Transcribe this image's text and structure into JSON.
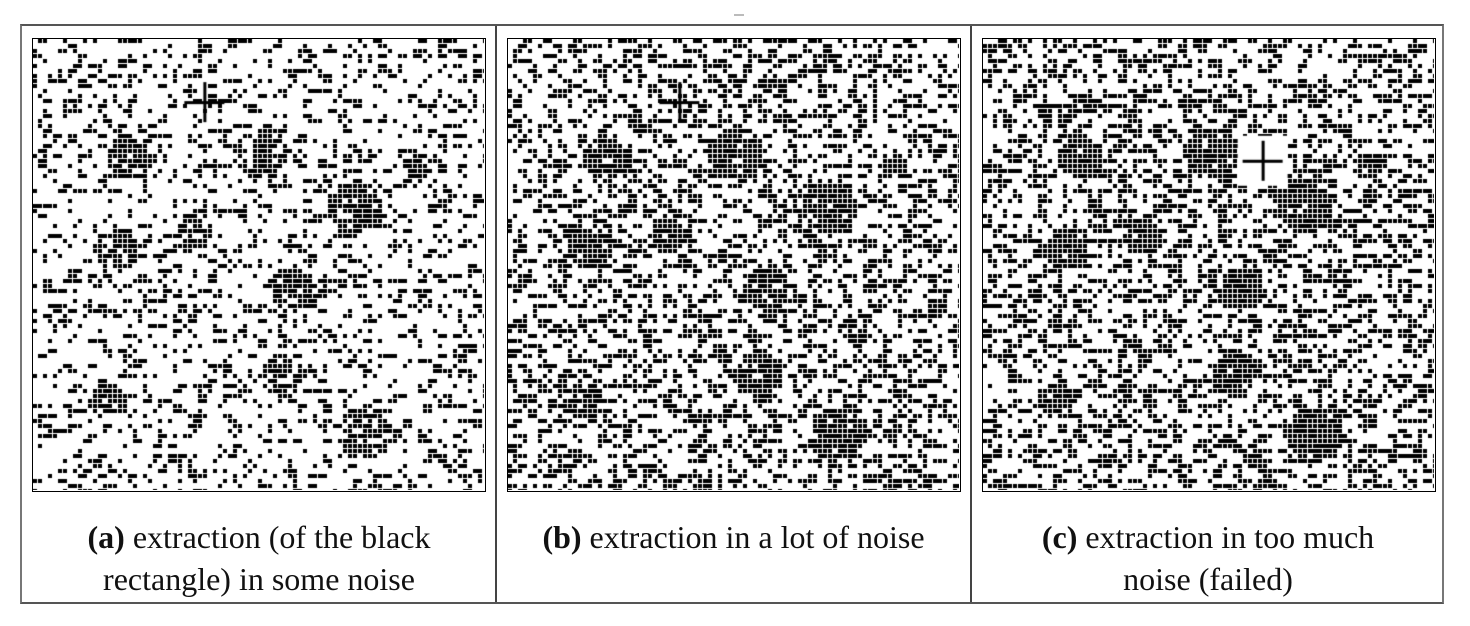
{
  "figure": {
    "panels": [
      {
        "label": "(a)",
        "caption_line1": " extraction (of the black",
        "caption_line2": "rectangle) in some noise",
        "noise_density": 0.3
      },
      {
        "label": "(b)",
        "caption_line1": " extraction in a lot of noise",
        "caption_line2": "",
        "noise_density": 0.48
      },
      {
        "label": "(c)",
        "caption_line1": " extraction in too much",
        "caption_line2": "noise (failed)",
        "noise_density": 0.5
      }
    ]
  }
}
